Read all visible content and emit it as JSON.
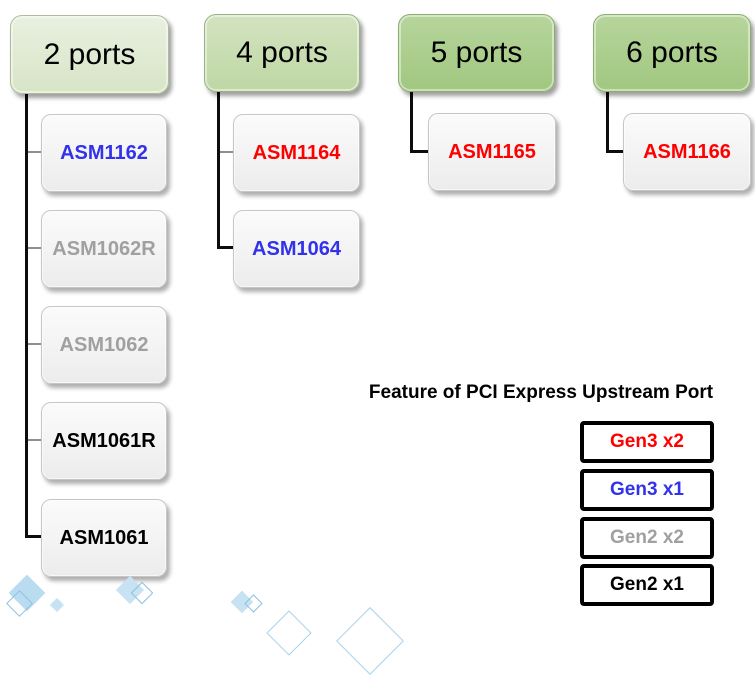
{
  "groups": [
    {
      "label": "2 ports",
      "chips": [
        {
          "label": "ASM1162",
          "color": "#3232ea"
        },
        {
          "label": "ASM1062R",
          "color": "#a0a0a0"
        },
        {
          "label": "ASM1062",
          "color": "#a0a0a0"
        },
        {
          "label": "ASM1061R",
          "color": "#000000"
        },
        {
          "label": "ASM1061",
          "color": "#000000"
        }
      ]
    },
    {
      "label": "4 ports",
      "chips": [
        {
          "label": "ASM1164",
          "color": "#ff0000"
        },
        {
          "label": "ASM1064",
          "color": "#3232ea"
        }
      ]
    },
    {
      "label": "5 ports",
      "chips": [
        {
          "label": "ASM1165",
          "color": "#ff0000"
        }
      ]
    },
    {
      "label": "6 ports",
      "chips": [
        {
          "label": "ASM1166",
          "color": "#ff0000"
        }
      ]
    }
  ],
  "legend": {
    "title": "Feature of PCI Express Upstream Port",
    "items": [
      {
        "label": "Gen3 x2",
        "color": "#ff0000"
      },
      {
        "label": "Gen3 x1",
        "color": "#3232ea"
      },
      {
        "label": "Gen2 x2",
        "color": "#a0a0a0"
      },
      {
        "label": "Gen2 x1",
        "color": "#000000"
      }
    ]
  },
  "colors": {
    "header_green_light": "#dfe9d3",
    "header_green_medium": "#c6dcae",
    "header_green_dark": "#a7cb89",
    "decoration_blue": "#c7e2f3"
  }
}
